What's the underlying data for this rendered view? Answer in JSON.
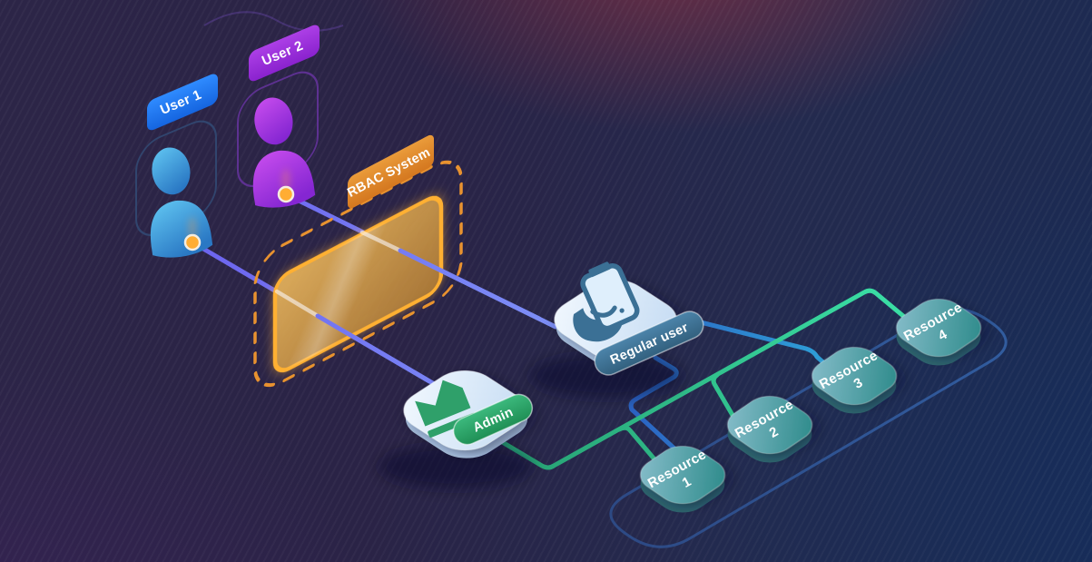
{
  "diagram": {
    "users": [
      {
        "label": "User 1"
      },
      {
        "label": "User 2"
      }
    ],
    "rbac": {
      "label": "RBAC System"
    },
    "roles": [
      {
        "label": "Admin"
      },
      {
        "label": "Regular user"
      }
    ],
    "resources": [
      {
        "line1": "Resource",
        "line2": "1"
      },
      {
        "line1": "Resource",
        "line2": "2"
      },
      {
        "line1": "Resource",
        "line2": "3"
      },
      {
        "line1": "Resource",
        "line2": "4"
      }
    ],
    "colors": {
      "user1_accent": "#1E7CF2",
      "user2_accent": "#A437E0",
      "rbac_accent": "#E08A2E",
      "admin_accent": "#2FA874",
      "regular_user_accent": "#3E7396",
      "resource_teal": "#3E8F97",
      "wire_user": "#6C6FF2",
      "wire_admin": "#2FC896",
      "wire_regular": "#2F7BD0",
      "connection_dot": "#FFAD33"
    }
  }
}
